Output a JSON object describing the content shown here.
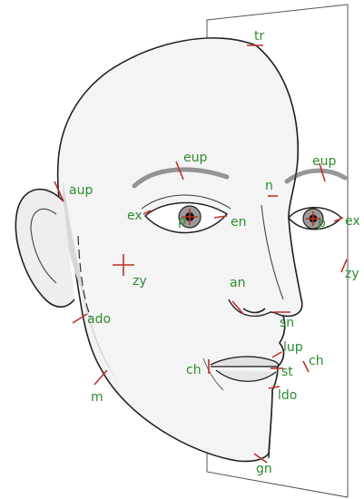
{
  "colors": {
    "landmark": "#2e8b2e",
    "mark": "#c0302a",
    "ink": "#2a2a2a",
    "skin": "#f4f4f4"
  },
  "labels": {
    "tr": "tr",
    "eup_left": "eup",
    "eup_right": "eup",
    "aup": "aup",
    "n": "n",
    "ex_left": "ex",
    "p_left": "p",
    "en": "en",
    "p_right": "p",
    "ex_right": "ex",
    "zy_left": "zy",
    "zy_right": "zy",
    "an": "an",
    "ado": "ado",
    "sn": "sn",
    "lup": "lup",
    "ch_left": "ch",
    "ch_right": "ch",
    "st": "st",
    "ldo": "ldo",
    "m": "m",
    "gn": "gn"
  }
}
